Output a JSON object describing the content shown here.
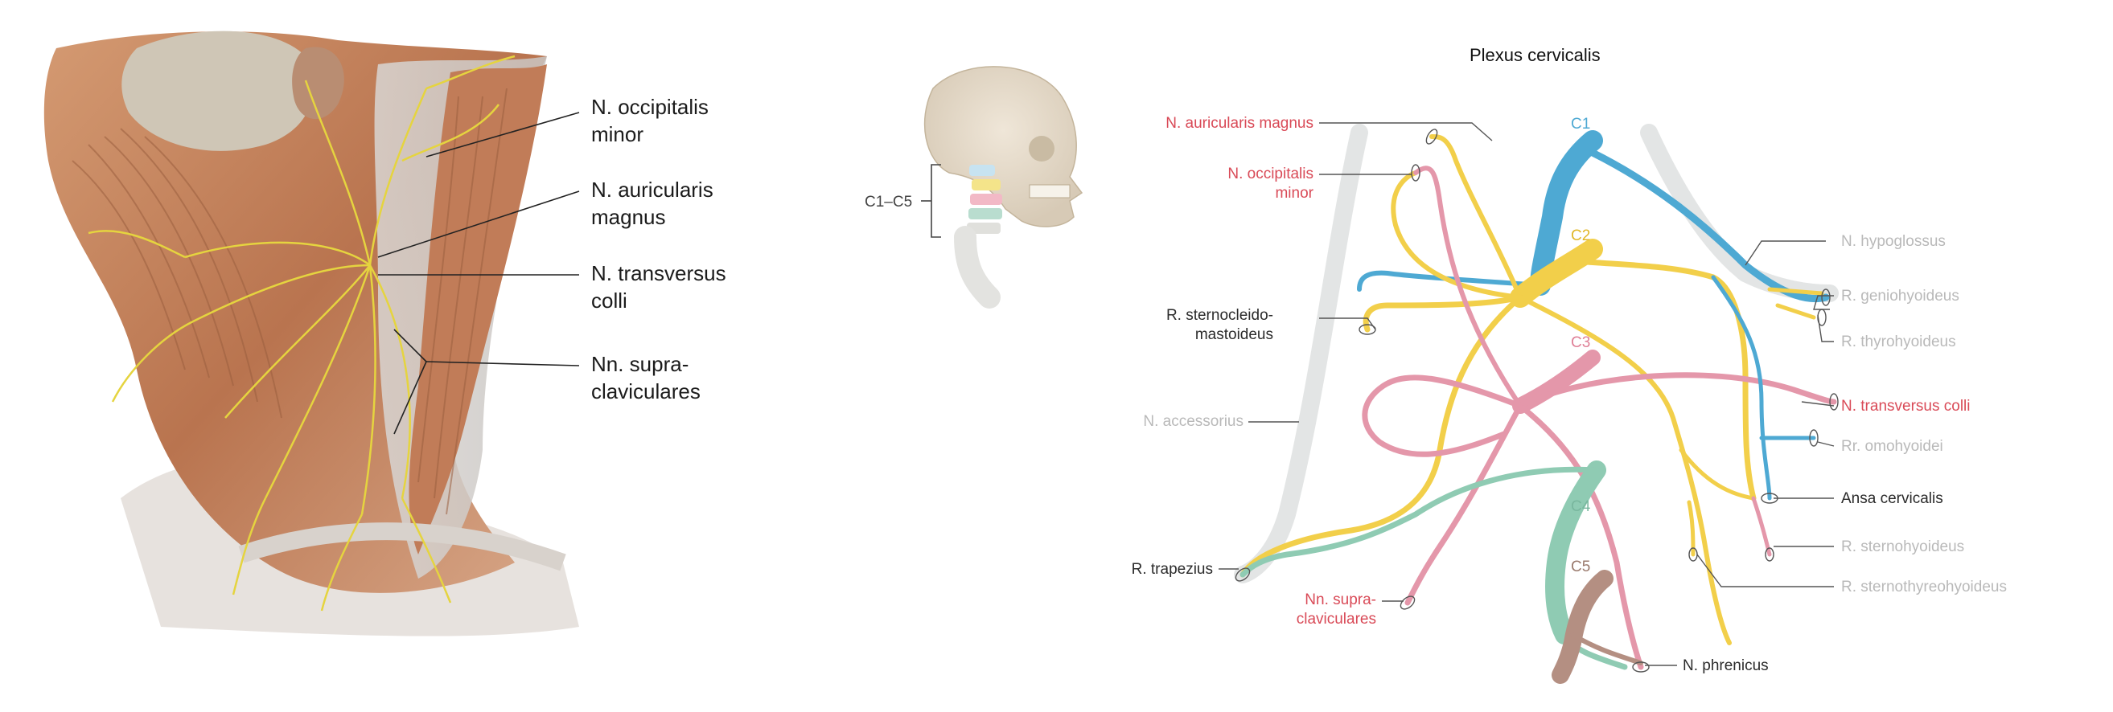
{
  "colors": {
    "c1": "#4ea9d3",
    "c2": "#f2cf4a",
    "c3": "#e497aa",
    "c4": "#8fcbb3",
    "c5": "#b48f82",
    "label_red": "#d94a57",
    "label_dark": "#2b2b2b",
    "label_gray": "#b9b9b9",
    "accessorius": "#e3e5e5",
    "muscle": "#c88a62",
    "nerve_yellow": "#e8d448"
  },
  "left_panel": {
    "labels": [
      {
        "line1": "N. occipitalis",
        "line2": "minor"
      },
      {
        "line1": "N. auricularis",
        "line2": "magnus"
      },
      {
        "line1": "N. transversus",
        "line2": "colli"
      },
      {
        "line1": "Nn. supra-",
        "line2": "claviculares"
      }
    ]
  },
  "skull_inset": {
    "label": "C1–C5"
  },
  "diagram": {
    "title": "Plexus cervicalis",
    "roots": [
      "C1",
      "C2",
      "C3",
      "C4",
      "C5"
    ],
    "left_labels": {
      "auricularis_magnus": "N. auricularis magnus",
      "occipitalis_minor_1": "N. occipitalis",
      "occipitalis_minor_2": "minor",
      "sternocleido_1": "R. sternocleido-",
      "sternocleido_2": "mastoideus",
      "accessorius": "N. accessorius",
      "trapezius": "R. trapezius",
      "supraclav_1": "Nn. supra-",
      "supraclav_2": "claviculares"
    },
    "right_labels": {
      "hypoglossus": "N. hypoglossus",
      "geniohyoideus": "R. geniohyoideus",
      "thyrohyoideus": "R. thyrohyoideus",
      "transversus_colli": "N. transversus colli",
      "omohyoidei": "Rr. omohyoidei",
      "ansa_cervicalis": "Ansa cervicalis",
      "sternohyoideus": "R. sternohyoideus",
      "sternothyreohyoideus": "R. sternothyreohyoideus",
      "phrenicus": "N. phrenicus"
    }
  }
}
